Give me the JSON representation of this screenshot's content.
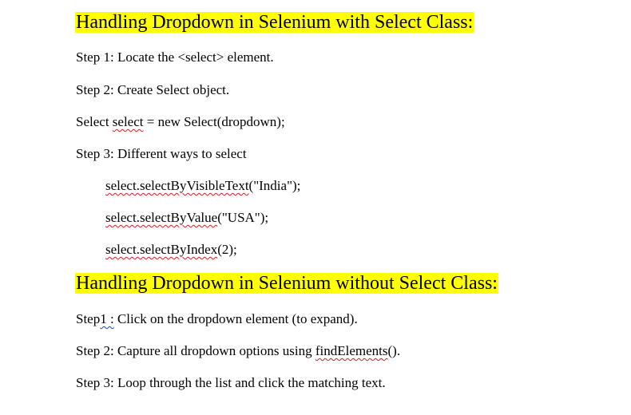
{
  "colors": {
    "highlight": "#ffff00",
    "text": "#000000",
    "spell_underline": "#d02020",
    "grammar_underline": "#2040c0"
  },
  "section1": {
    "heading": "Handling Dropdown in Selenium with Select Class:",
    "step1": "Step 1: Locate the <select> element.",
    "step2": "Step 2: Create Select object.",
    "code_prefix": "Select ",
    "code_var": "select",
    "code_suffix": " = new Select(dropdown);",
    "step3": "Step 3: Different ways to select",
    "examples": [
      {
        "method": "select.selectByVisibleText",
        "args": "(\"India\");"
      },
      {
        "method": "select.selectByValue",
        "args": "(\"USA\");"
      },
      {
        "method": "select.selectByIndex",
        "args": "(2);"
      }
    ]
  },
  "section2": {
    "heading": "Handling Dropdown in Selenium without Select Class:",
    "step1_prefix": "Step",
    "step1_mark": "1 :",
    "step1_suffix": " Click on the dropdown element (to expand).",
    "step2_prefix": "Step 2: Capture all dropdown options using ",
    "step2_method": "findElements",
    "step2_suffix": "().",
    "step3": "Step 3: Loop through the list and click the matching text."
  }
}
